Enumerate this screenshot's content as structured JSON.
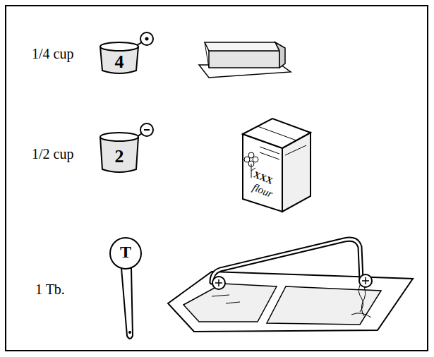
{
  "diagram": {
    "nodes": [
      {
        "text": [
          "4"
        ]
      },
      {
        "text": [
          "2"
        ]
      },
      {
        "text": [
          "XXX",
          "flour"
        ]
      },
      {
        "text": [
          "T"
        ]
      }
    ],
    "labels": [
      "1/4 cup",
      "1/2 cup",
      "1 Tb."
    ]
  }
}
